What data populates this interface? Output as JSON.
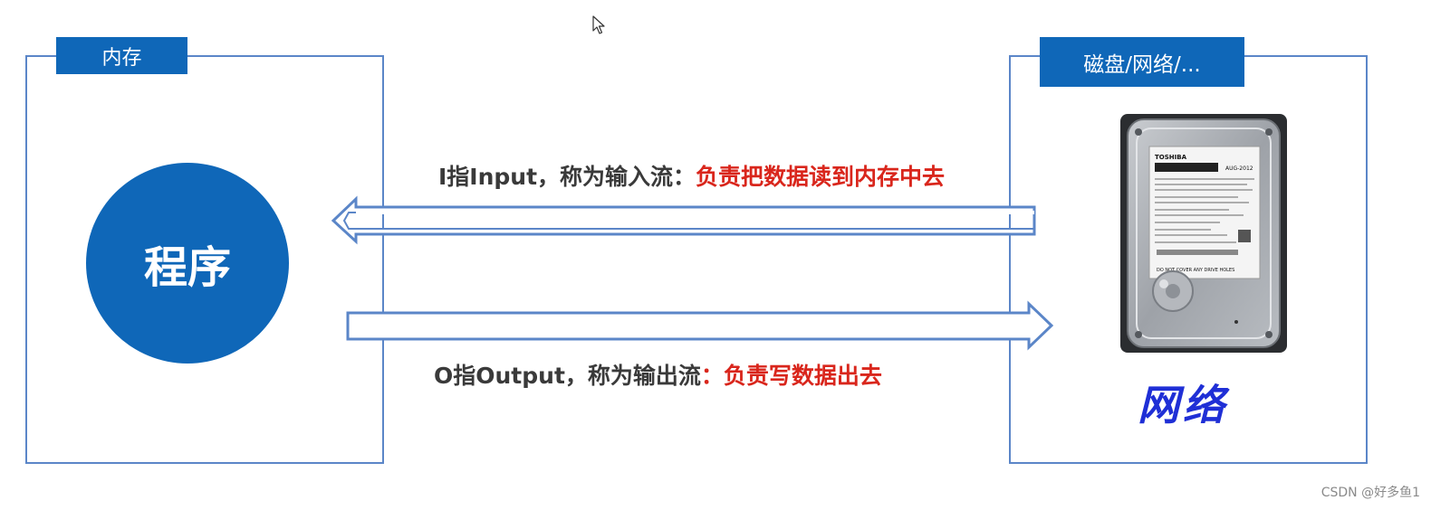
{
  "memory_box": {
    "tab_label": "内存",
    "program_label": "程序"
  },
  "storage_box": {
    "tab_label": "磁盘/网络/...",
    "network_label": "网络"
  },
  "input_flow": {
    "prefix": "I指Input，称为输入流：",
    "highlight": "负责把数据读到内存中去"
  },
  "output_flow": {
    "prefix": "O指Output，称为输出流",
    "highlight": "：负责写数据出去"
  },
  "hdd": {
    "brand": "TOSHIBA",
    "model": "AUG-2012",
    "warning": "DO NOT COVER ANY DRIVE HOLES"
  },
  "watermark": "CSDN @好多鱼1",
  "colors": {
    "accent": "#0f67b8",
    "border": "#5b86c8",
    "highlight": "#d9261c",
    "network": "#1f2fd6"
  }
}
